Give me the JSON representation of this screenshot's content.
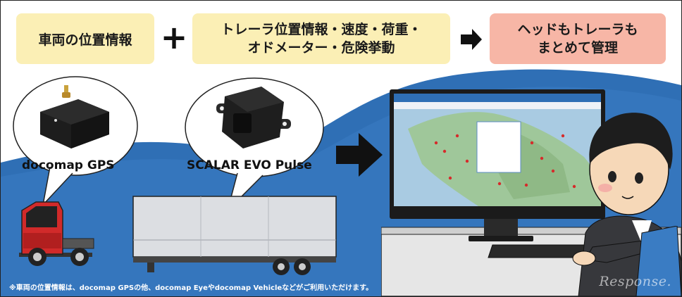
{
  "header": {
    "vehicle_location": "車両の位置情報",
    "plus_symbol": "+",
    "trailer_info_line1": "トレーラ位置情報・速度・荷重・",
    "trailer_info_line2": "オドメーター・危険挙動",
    "result_line1": "ヘッドもトレーラも",
    "result_line2": "まとめて管理"
  },
  "devices": {
    "gps_label": "docomap GPS",
    "pulse_label": "SCALAR EVO Pulse"
  },
  "footnote": "※車両の位置情報は、docomap GPSの他、docomap Eyeやdocomap Vehicleなどがご利用いただけます。",
  "watermark": "Response.",
  "colors": {
    "yellow_box": "#fbefb5",
    "pink_box": "#f7b6a6",
    "blue_wave": "#2f6fb5",
    "truck_red": "#d12a2a"
  }
}
